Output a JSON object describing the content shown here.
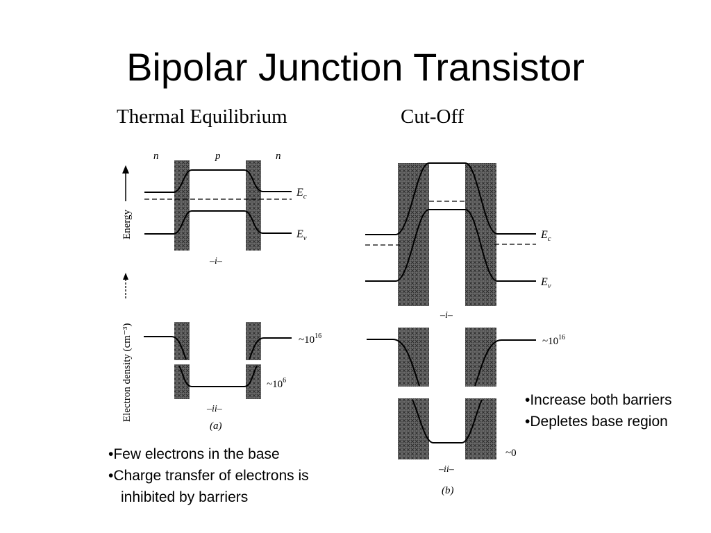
{
  "title": "Bipolar Junction Transistor",
  "subtitle_left": "Thermal Equilibrium",
  "subtitle_right": "Cut-Off",
  "panel_a": {
    "region_labels": [
      "n",
      "p",
      "n"
    ],
    "y_axis_top": "Energy",
    "y_axis_bottom": "Electron density (cm⁻³)",
    "ec_label": "E",
    "ec_sub": "c",
    "ev_label": "E",
    "ev_sub": "v",
    "part_i": "–i–",
    "part_ii": "–ii–",
    "density_high": "~10",
    "density_high_exp": "16",
    "density_low": "~10",
    "density_low_exp": "6",
    "caption": "(a)"
  },
  "panel_b": {
    "ec_label": "E",
    "ec_sub": "c",
    "ev_label": "E",
    "ev_sub": "v",
    "part_i": "–i–",
    "part_ii": "–ii–",
    "density_high": "~10",
    "density_high_exp": "16",
    "density_low": "~0",
    "caption": "(b)"
  },
  "bullets_left": {
    "line1": "•Few electrons in the base",
    "line2": "•Charge transfer of electrons is",
    "line3": "inhibited by barriers"
  },
  "bullets_right": {
    "line1": "•Increase both barriers",
    "line2": "•Depletes base region"
  },
  "colors": {
    "depletion_fill": "#5a5a5a",
    "line": "#000000"
  }
}
